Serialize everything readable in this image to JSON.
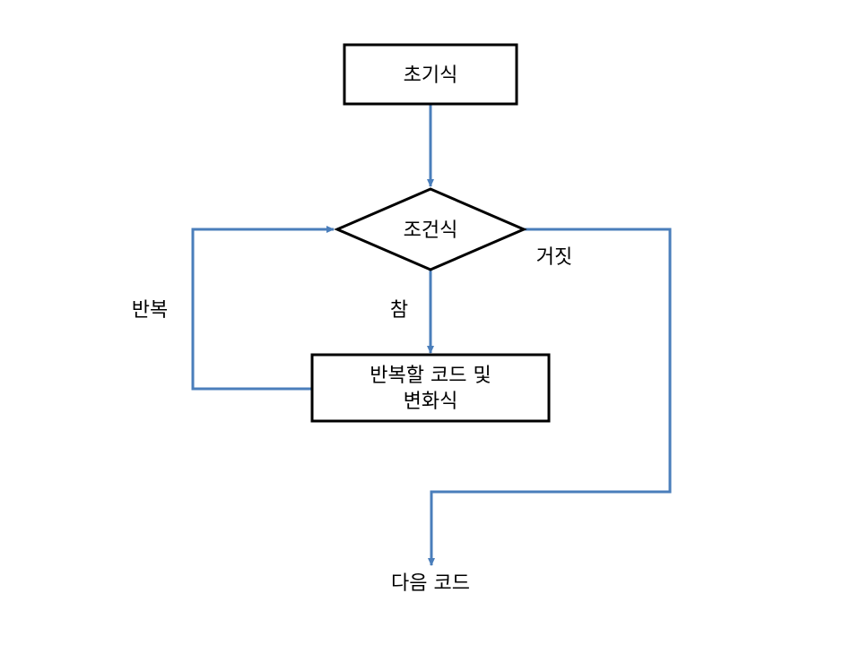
{
  "colors": {
    "connector": "#4a7ebb",
    "node_border": "#000000",
    "node_fill": "#ffffff",
    "text": "#000000"
  },
  "nodes": {
    "init": {
      "label": "초기식"
    },
    "condition": {
      "label": "조건식"
    },
    "body": {
      "lines": [
        "반복할 코드 및",
        "변화식"
      ]
    },
    "next": {
      "label": "다음 코드"
    }
  },
  "edge_labels": {
    "false_label": "거짓",
    "true_label": "참",
    "loop_label": "반복"
  }
}
